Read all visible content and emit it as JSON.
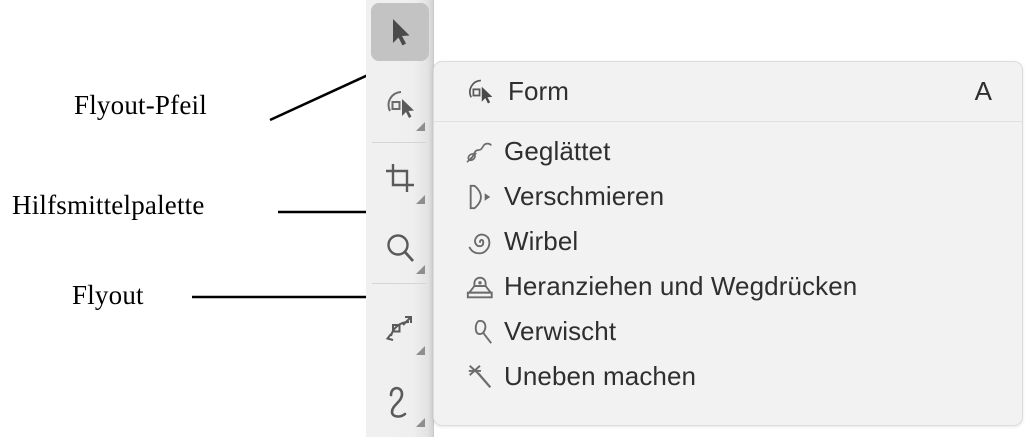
{
  "annotations": [
    {
      "id": "flyout-arrow",
      "text": "Flyout-Pfeil"
    },
    {
      "id": "tool-palette",
      "text": "Hilfsmittelpalette"
    },
    {
      "id": "flyout",
      "text": "Flyout"
    }
  ],
  "toolbar": {
    "name": "Hilfsmittelpalette",
    "tools": [
      {
        "icon": "pointer-arrow-icon",
        "label": "Auswahl",
        "selected": true,
        "has_flyout": false
      },
      {
        "icon": "shape-select-icon",
        "label": "Form",
        "selected": false,
        "has_flyout": true
      },
      {
        "icon": "crop-icon",
        "label": "Zuschneiden",
        "selected": false,
        "has_flyout": true
      },
      {
        "icon": "zoom-magnifier-icon",
        "label": "Zoom",
        "selected": false,
        "has_flyout": true
      },
      {
        "icon": "transform-node-icon",
        "label": "Transformieren",
        "selected": false,
        "has_flyout": true
      },
      {
        "icon": "freehand-curve-icon",
        "label": "Freihand",
        "selected": false,
        "has_flyout": true
      }
    ]
  },
  "flyout": {
    "header": {
      "icon": "shape-select-icon",
      "label": "Form",
      "shortcut": "A"
    },
    "items": [
      {
        "icon": "smooth-icon",
        "label": "Geglättet"
      },
      {
        "icon": "smear-icon",
        "label": "Verschmieren"
      },
      {
        "icon": "swirl-icon",
        "label": "Wirbel"
      },
      {
        "icon": "attract-repel-icon",
        "label": "Heranziehen und Wegdrücken"
      },
      {
        "icon": "smudge-icon",
        "label": "Verwischt"
      },
      {
        "icon": "roughen-icon",
        "label": "Uneben machen"
      }
    ]
  },
  "colors": {
    "panel_bg": "#f2f2f2",
    "toolbar_bg": "#efefef",
    "selected_tool_bg": "#c3c3c3",
    "icon_gray": "#6b6b6b",
    "text": "#2f2f2f",
    "annotation_text": "#000000"
  }
}
